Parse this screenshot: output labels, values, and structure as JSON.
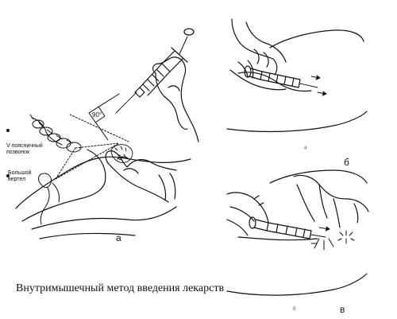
{
  "figure": {
    "angle_label": "90°",
    "labels": {
      "vertebra": "V поясничный позвонок",
      "trochanter": "Большой вертел"
    },
    "panels": {
      "a": "а",
      "b": "б",
      "v": "в"
    },
    "small_marks": {
      "b_panel": "а",
      "v_panel": "б"
    },
    "caption": "Внутримышечный метод введения лекарств"
  }
}
